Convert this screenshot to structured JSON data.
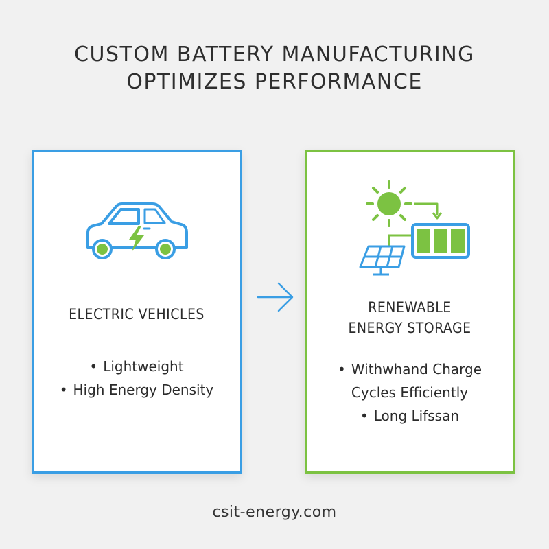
{
  "title": {
    "line1": "CUSTOM BATTERY MANUFACTURING",
    "line2": "OPTIMIZES PERFORMANCE"
  },
  "cards": [
    {
      "heading_lines": [
        "ELECTRIC VEHICLES"
      ],
      "bullets": [
        "Lightweight",
        "High Energy Density"
      ],
      "accent_color": "#3a9ee4",
      "icon": "electric-car-icon"
    },
    {
      "heading_lines": [
        "RENEWABLE",
        "ENERGY STORAGE"
      ],
      "bullets": [
        "Withwhand Charge",
        "Cycles Efficiently",
        "Long Lifssan"
      ],
      "accent_color": "#7cc242",
      "icon": "solar-battery-icon"
    }
  ],
  "bullet_glyph": "•",
  "arrow_icon": "right-arrow-icon",
  "footer": "csit-energy.com",
  "colors": {
    "blue": "#3a9ee4",
    "green": "#7cc242",
    "background": "#f1f1f1"
  }
}
